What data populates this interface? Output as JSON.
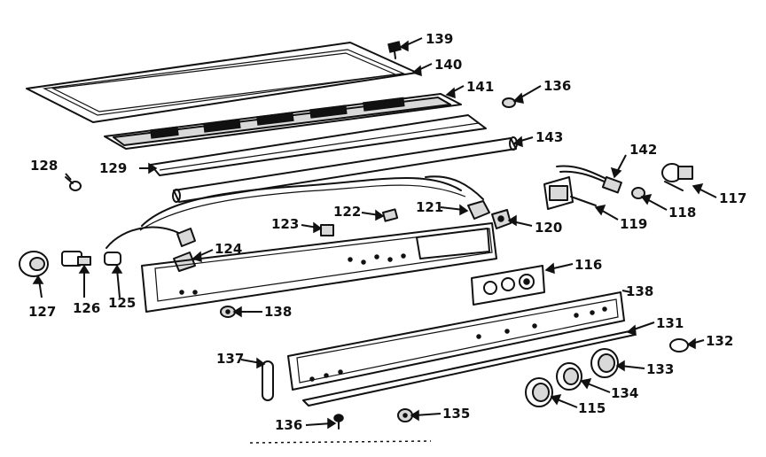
{
  "callouts": [
    {
      "id": "139",
      "text": "139"
    },
    {
      "id": "140",
      "text": "140"
    },
    {
      "id": "141",
      "text": "141"
    },
    {
      "id": "136a",
      "text": "136"
    },
    {
      "id": "143",
      "text": "143"
    },
    {
      "id": "142",
      "text": "142"
    },
    {
      "id": "128",
      "text": "128"
    },
    {
      "id": "129",
      "text": "129"
    },
    {
      "id": "117",
      "text": "117"
    },
    {
      "id": "118",
      "text": "118"
    },
    {
      "id": "119",
      "text": "119"
    },
    {
      "id": "121",
      "text": "121"
    },
    {
      "id": "120",
      "text": "120"
    },
    {
      "id": "122",
      "text": "122"
    },
    {
      "id": "123",
      "text": "123"
    },
    {
      "id": "124",
      "text": "124"
    },
    {
      "id": "116",
      "text": "116"
    },
    {
      "id": "127",
      "text": "127"
    },
    {
      "id": "126",
      "text": "126"
    },
    {
      "id": "125",
      "text": "125"
    },
    {
      "id": "138a",
      "text": "138"
    },
    {
      "id": "138b",
      "text": "138"
    },
    {
      "id": "131",
      "text": "131"
    },
    {
      "id": "132",
      "text": "132"
    },
    {
      "id": "137",
      "text": "137"
    },
    {
      "id": "133",
      "text": "133"
    },
    {
      "id": "134",
      "text": "134"
    },
    {
      "id": "115",
      "text": "115"
    },
    {
      "id": "136b",
      "text": "136"
    },
    {
      "id": "135",
      "text": "135"
    }
  ]
}
